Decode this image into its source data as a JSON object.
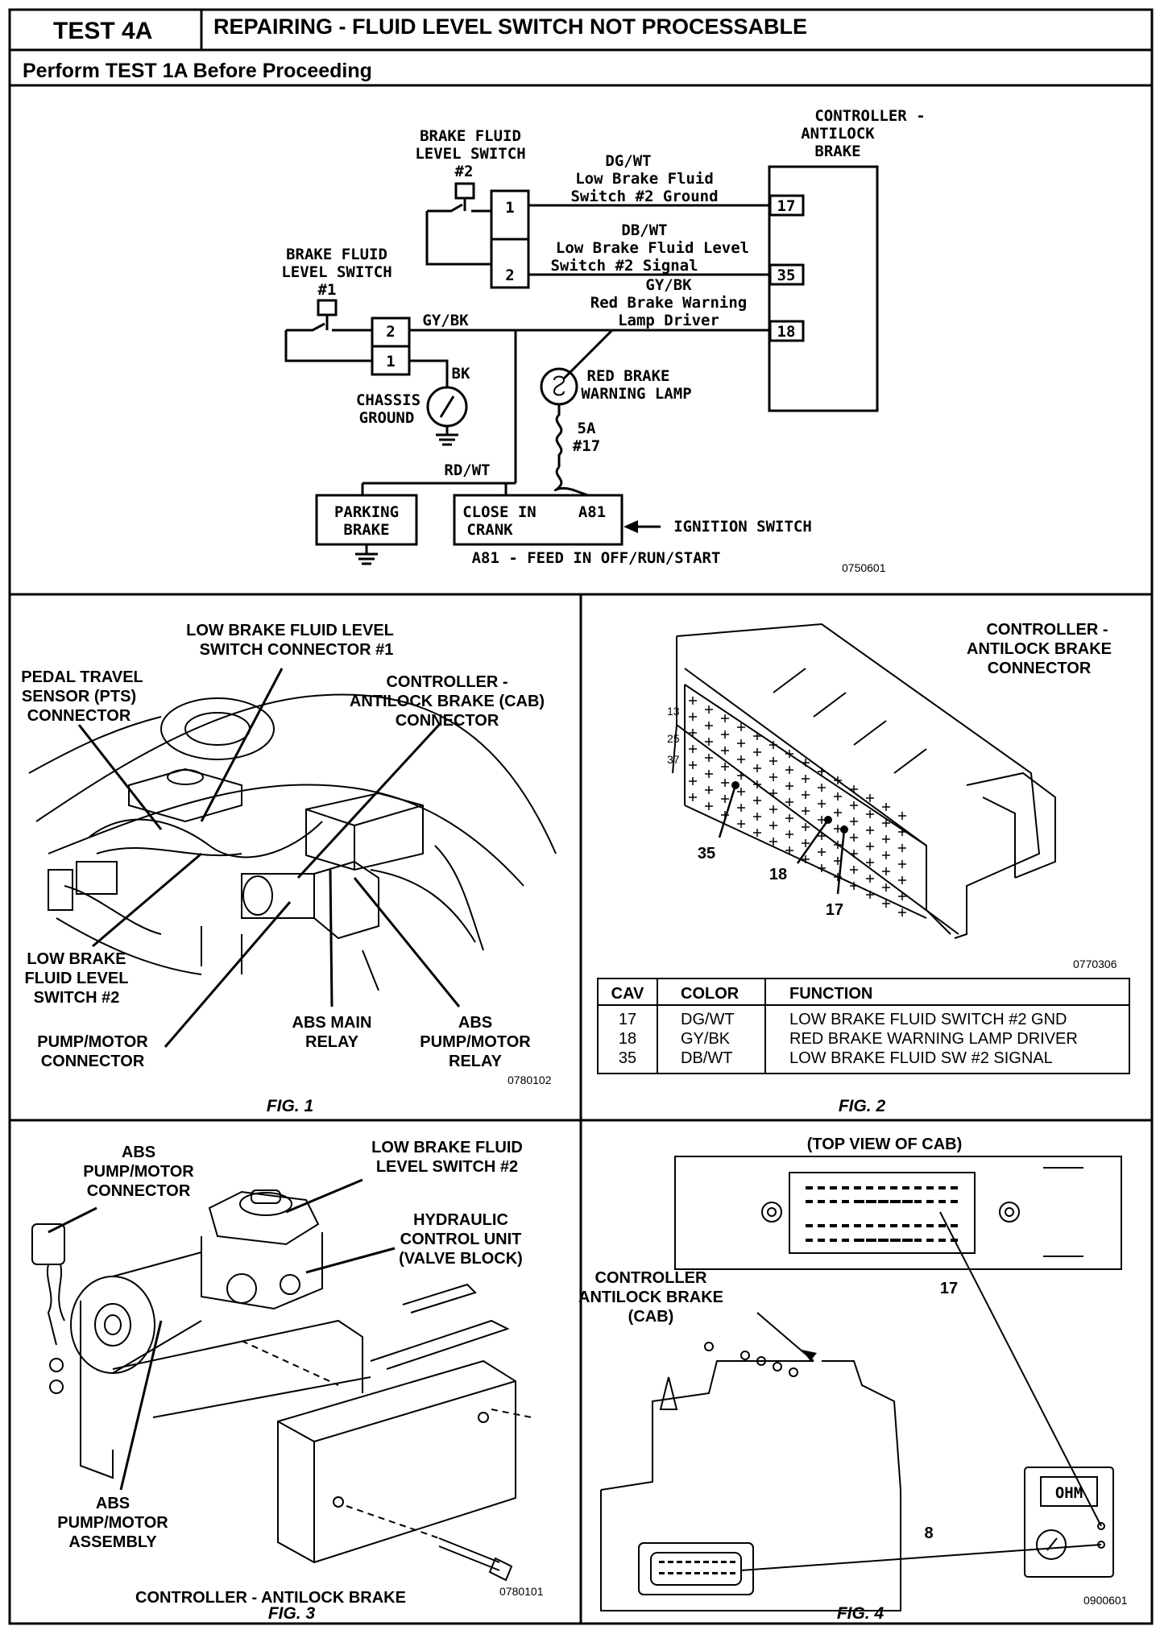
{
  "header": {
    "test_id": "TEST 4A",
    "title": "REPAIRING - FLUID LEVEL SWITCH NOT PROCESSABLE",
    "subtitle": "Perform TEST 1A Before Proceeding"
  },
  "schematic": {
    "cab_title": [
      "CONTROLLER -",
      "ANTILOCK",
      "BRAKE"
    ],
    "switch2_label": [
      "BRAKE FLUID",
      "LEVEL SWITCH",
      "#2"
    ],
    "switch1_label": [
      "BRAKE FLUID",
      "LEVEL SWITCH",
      "#1"
    ],
    "wire17": [
      "DG/WT",
      "Low Brake Fluid",
      "Switch #2 Ground"
    ],
    "wire35": [
      "DB/WT",
      "Low Brake Fluid Level",
      "Switch #2 Signal"
    ],
    "wire18": [
      "GY/BK",
      "Red Brake Warning",
      "Lamp Driver"
    ],
    "pins": [
      "17",
      "35",
      "18"
    ],
    "sw_pins": [
      "1",
      "2",
      "2",
      "1"
    ],
    "gybk": "GY/BK",
    "bk": "BK",
    "chassis_ground": [
      "CHASSIS",
      "GROUND"
    ],
    "lamp_label": [
      "RED BRAKE",
      "WARNING LAMP"
    ],
    "fuse": [
      "5A",
      "#17"
    ],
    "rdwt": "RD/WT",
    "parking_brake": [
      "PARKING",
      "BRAKE"
    ],
    "close_in": [
      "CLOSE IN",
      "CRANK"
    ],
    "a81": "A81",
    "ignition_switch": "IGNITION SWITCH",
    "feed": "A81 - FEED IN OFF/RUN/START",
    "code": "0750601"
  },
  "fig1": {
    "labels": {
      "low_fluid_conn1": [
        "LOW BRAKE FLUID LEVEL",
        "SWITCH CONNECTOR #1"
      ],
      "pts": [
        "PEDAL TRAVEL",
        "SENSOR (PTS)",
        "CONNECTOR"
      ],
      "cab_conn": [
        "CONTROLLER -",
        "ANTILOCK BRAKE (CAB)",
        "CONNECTOR"
      ],
      "low_sw2": [
        "LOW BRAKE",
        "FLUID LEVEL",
        "SWITCH #2"
      ],
      "pump_conn": [
        "PUMP/MOTOR",
        "CONNECTOR"
      ],
      "abs_main": [
        "ABS MAIN",
        "RELAY"
      ],
      "abs_pump_relay": [
        "ABS",
        "PUMP/MOTOR",
        "RELAY"
      ]
    },
    "code": "0780102",
    "caption": "FIG. 1"
  },
  "fig2": {
    "title": [
      "CONTROLLER -",
      "ANTILOCK BRAKE",
      "CONNECTOR"
    ],
    "side_nums": [
      "13",
      "25",
      "37"
    ],
    "callouts": [
      "35",
      "18",
      "17"
    ],
    "code": "0770306",
    "table": {
      "headers": [
        "CAV",
        "COLOR",
        "FUNCTION"
      ],
      "rows": [
        [
          "17",
          "DG/WT",
          "LOW BRAKE FLUID SWITCH #2 GND"
        ],
        [
          "18",
          "GY/BK",
          "RED BRAKE WARNING LAMP DRIVER"
        ],
        [
          "35",
          "DB/WT",
          "LOW BRAKE FLUID SW #2 SIGNAL"
        ]
      ]
    },
    "caption": "FIG. 2"
  },
  "fig3": {
    "labels": {
      "pump_conn": [
        "ABS",
        "PUMP/MOTOR",
        "CONNECTOR"
      ],
      "low_sw2": [
        "LOW BRAKE FLUID",
        "LEVEL SWITCH #2"
      ],
      "hcu": [
        "HYDRAULIC",
        "CONTROL UNIT",
        "(VALVE BLOCK)"
      ],
      "pump_asm": [
        "ABS",
        "PUMP/MOTOR",
        "ASSEMBLY"
      ],
      "cab": "CONTROLLER - ANTILOCK BRAKE"
    },
    "code": "0780101",
    "caption": "FIG. 3"
  },
  "fig4": {
    "top_view": "(TOP VIEW OF CAB)",
    "cab_label": [
      "CONTROLLER",
      "ANTILOCK BRAKE",
      "(CAB)"
    ],
    "pin17": "17",
    "pin8": "8",
    "ohm": "OHM",
    "code": "0900601",
    "caption": "FIG. 4"
  }
}
